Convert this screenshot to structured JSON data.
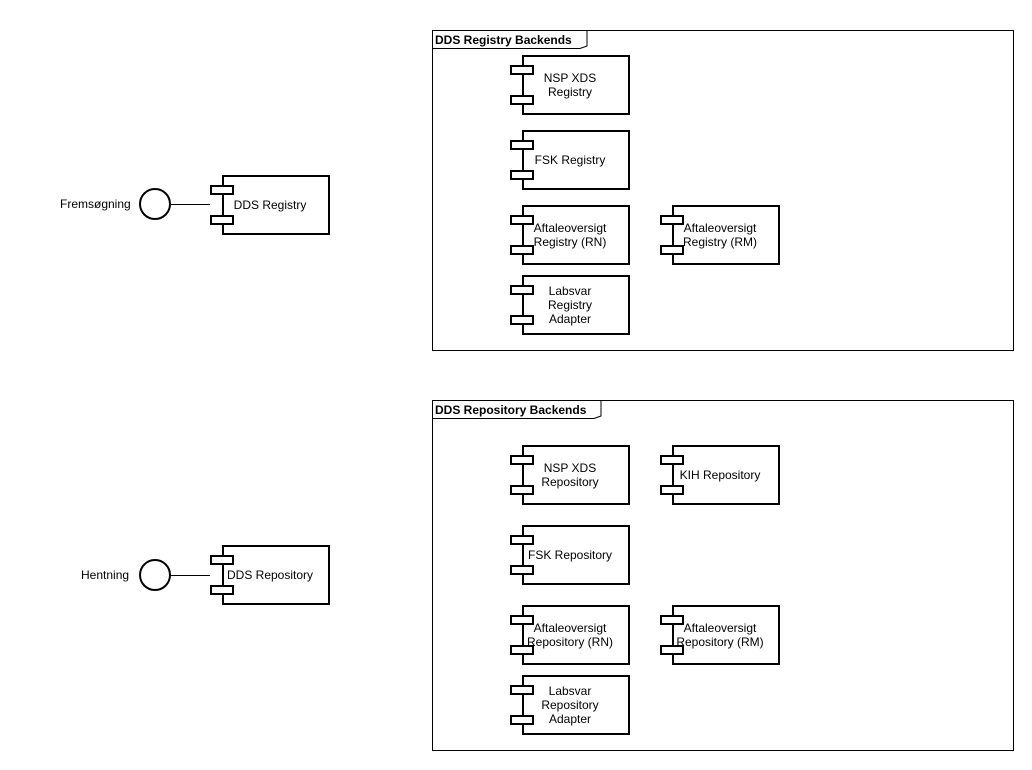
{
  "colors": {
    "stroke": "#000000",
    "background": "#ffffff"
  },
  "interfaces": {
    "registry_label": "Fremsøgning",
    "repository_label": "Hentning"
  },
  "components": {
    "dds_registry": "DDS Registry",
    "dds_repository": "DDS Repository"
  },
  "registry_backends": {
    "title": "DDS Registry Backends",
    "nsp_xds": "NSP XDS\nRegistry",
    "fsk": "FSK Registry",
    "aftale_rn": "Aftaleoversigt\nRegistry (RN)",
    "aftale_rm": "Aftaleoversigt\nRegistry (RM)",
    "labsvar": "Labsvar\nRegistry\nAdapter"
  },
  "repository_backends": {
    "title": "DDS Repository Backends",
    "nsp_xds": "NSP XDS\nRepository",
    "kih": "KIH Repository",
    "fsk": "FSK Repository",
    "aftale_rn": "Aftaleoversigt\nRepository (RN)",
    "aftale_rm": "Aftaleoversigt\nRepository (RM)",
    "labsvar": "Labsvar\nRepository\nAdapter"
  }
}
